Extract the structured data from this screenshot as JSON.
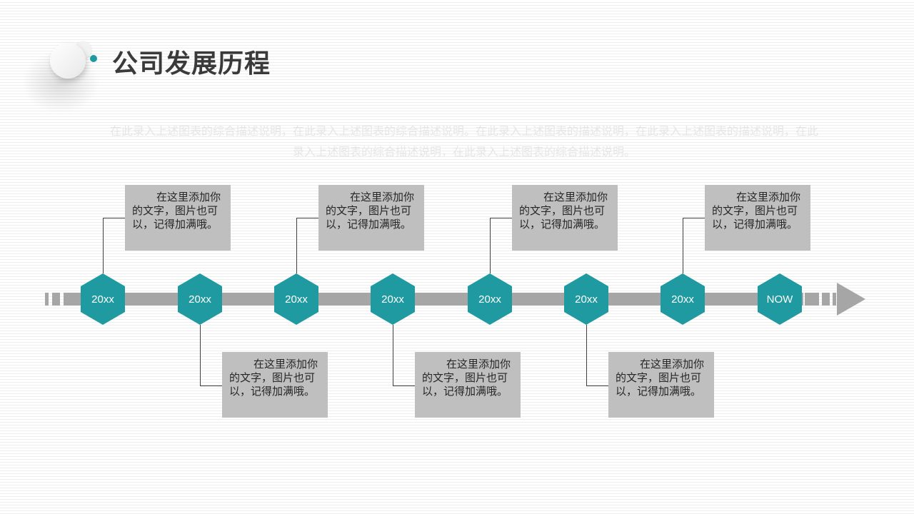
{
  "header": {
    "title": "公司发展历程"
  },
  "description": "在此录入上述图表的综合描述说明，在此录入上述图表的综合描述说明。在此录入上述图表的描述说明，在此录入上述图表的描述说明，在此录入上述图表的综合描述说明，在此录入上述图表的综合描述说明。",
  "colors": {
    "accent": "#1e9aa0",
    "bar": "#a6a6a6",
    "box": "#bfbfbf"
  },
  "timeline": {
    "nodes": [
      {
        "label": "20xx",
        "text": "在这里添加你的文字，图片也可以，记得加满哦。",
        "position": "top"
      },
      {
        "label": "20xx",
        "text": "在这里添加你的文字，图片也可以，记得加满哦。",
        "position": "bottom"
      },
      {
        "label": "20xx",
        "text": "在这里添加你的文字，图片也可以，记得加满哦。",
        "position": "top"
      },
      {
        "label": "20xx",
        "text": "在这里添加你的文字，图片也可以，记得加满哦。",
        "position": "bottom"
      },
      {
        "label": "20xx",
        "text": "在这里添加你的文字，图片也可以，记得加满哦。",
        "position": "top"
      },
      {
        "label": "20xx",
        "text": "在这里添加你的文字，图片也可以，记得加满哦。",
        "position": "bottom"
      },
      {
        "label": "20xx",
        "text": "在这里添加你的文字，图片也可以，记得加满哦。",
        "position": "top"
      },
      {
        "label": "NOW"
      }
    ]
  }
}
